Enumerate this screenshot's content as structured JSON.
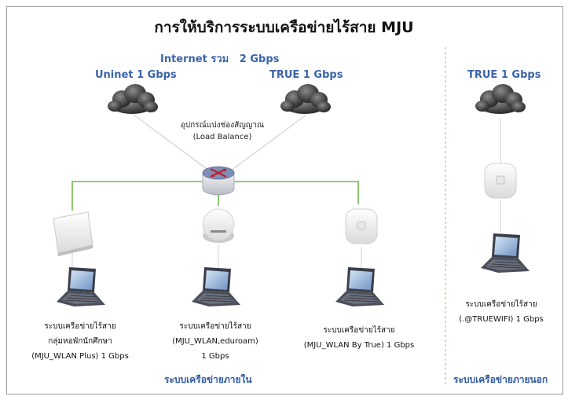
{
  "title": "การให้บริการระบบเครือข่ายไร้สาย MJU",
  "internet_total": {
    "label": "Internet รวม",
    "value": "2 Gbps"
  },
  "isp_left": "Uninet 1 Gbps",
  "isp_right": "TRUE 1 Gbps",
  "isp_outside": "TRUE 1 Gbps",
  "load_balancer": {
    "line1": "อุปกรณ์แบ่งช่องสัญญาณ",
    "line2": "(Load Balance)"
  },
  "networks": [
    {
      "line1": "ระบบเครือข่ายไร้สาย",
      "line2": "กลุ่มหอพักนักศึกษา",
      "line3": "(MJU_WLAN Plus) 1 Gbps"
    },
    {
      "line1": "ระบบเครือข่ายไร้สาย",
      "line2": "(MJU_WLAN,eduroam)",
      "line3": "1 Gbps"
    },
    {
      "line1": "ระบบเครือข่ายไร้สาย",
      "line2": "(MJU_WLAN By True) 1 Gbps"
    },
    {
      "line1": "ระบบเครือข่ายไร้สาย",
      "line2": "(.@TRUEWIFI) 1 Gbps"
    }
  ],
  "section_inside": "ระบบเครือข่ายภายใน",
  "section_outside": "ระบบเครือข่ายภายนอก",
  "colors": {
    "accent_blue": "#3a64a8",
    "network_line": "#6fba4a",
    "divider": "#e0a060"
  }
}
